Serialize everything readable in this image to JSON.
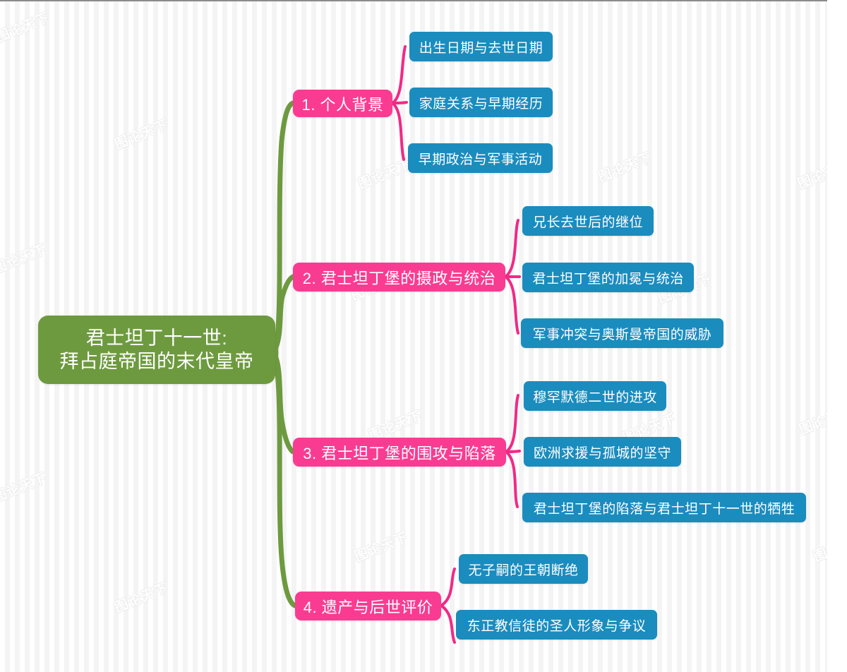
{
  "meta": {
    "watermark_text": "图论天下",
    "colors": {
      "root": "#6d9a3f",
      "branch": "#f93c92",
      "leaf": "#1b8cbe",
      "trunk_line": "#6d9a3f",
      "branch_line": "#f02a86",
      "background": "#fdfdfd",
      "text": "#ffffff"
    }
  },
  "mindmap": {
    "root": {
      "title_line1": "君士坦丁十一世:",
      "title_line2": "拜占庭帝国的末代皇帝"
    },
    "branches": [
      {
        "label": "1. 个人背景",
        "leaves": [
          "出生日期与去世日期",
          "家庭关系与早期经历",
          "早期政治与军事活动"
        ]
      },
      {
        "label": "2. 君士坦丁堡的摄政与统治",
        "leaves": [
          "兄长去世后的继位",
          "君士坦丁堡的加冕与统治",
          "军事冲突与奥斯曼帝国的威胁"
        ]
      },
      {
        "label": "3. 君士坦丁堡的围攻与陷落",
        "leaves": [
          "穆罕默德二世的进攻",
          "欧洲求援与孤城的坚守",
          "君士坦丁堡的陷落与君士坦丁十一世的牺牲"
        ]
      },
      {
        "label": "4. 遗产与后世评价",
        "leaves": [
          "无子嗣的王朝断绝",
          "东正教信徒的圣人形象与争议"
        ]
      }
    ]
  }
}
